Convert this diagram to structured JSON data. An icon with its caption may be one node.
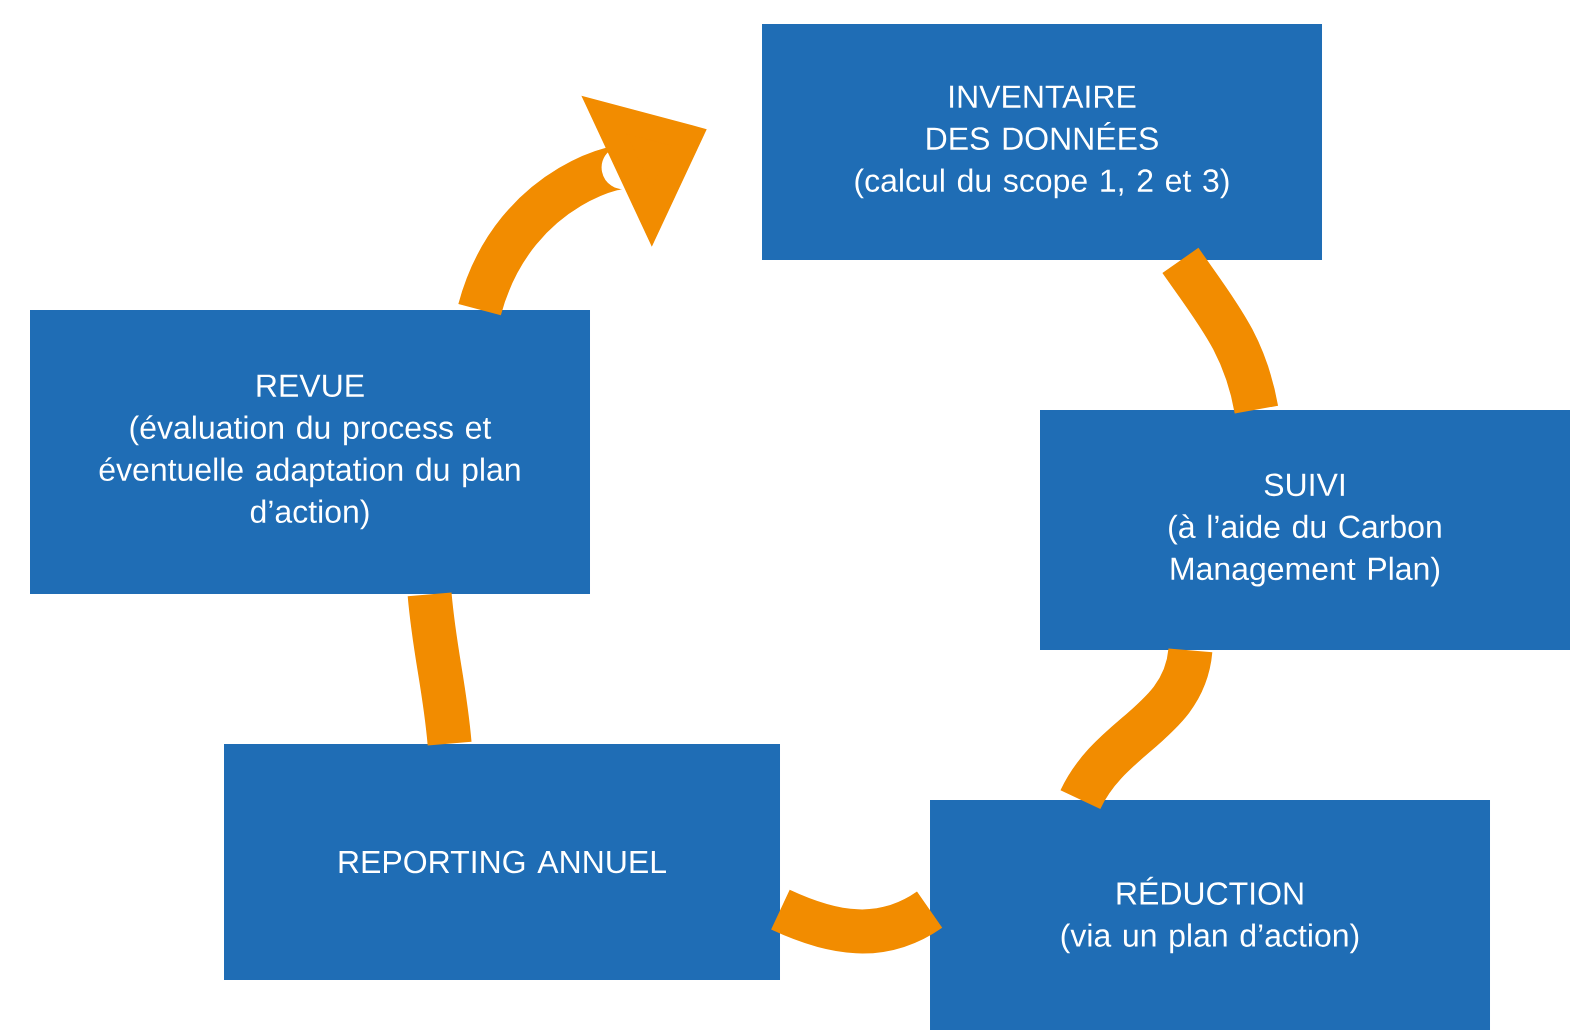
{
  "diagram": {
    "nodes": [
      {
        "text": [
          "INVENTAIRE DES DONNÉES",
          "(calcul du scope 1, 2 et 3)"
        ]
      },
      {
        "text": [
          "SUIVI",
          "(à l’aide du Carbon Management Plan)"
        ]
      },
      {
        "text": [
          "RÉDUCTION",
          "(via un plan d’action)"
        ]
      },
      {
        "text": [
          "REPORTING ANNUEL"
        ]
      },
      {
        "text": [
          "REVUE",
          "(évaluation du process et éventuelle adaptation du plan d’action)"
        ]
      }
    ],
    "edges": [
      {
        "from": 0,
        "to": 1,
        "arrow": "none"
      },
      {
        "from": 1,
        "to": 2,
        "arrow": "none"
      },
      {
        "from": 2,
        "to": 3,
        "arrow": "none"
      },
      {
        "from": 3,
        "to": 4,
        "arrow": "none"
      },
      {
        "from": 4,
        "to": 0,
        "arrow": "to"
      }
    ]
  }
}
